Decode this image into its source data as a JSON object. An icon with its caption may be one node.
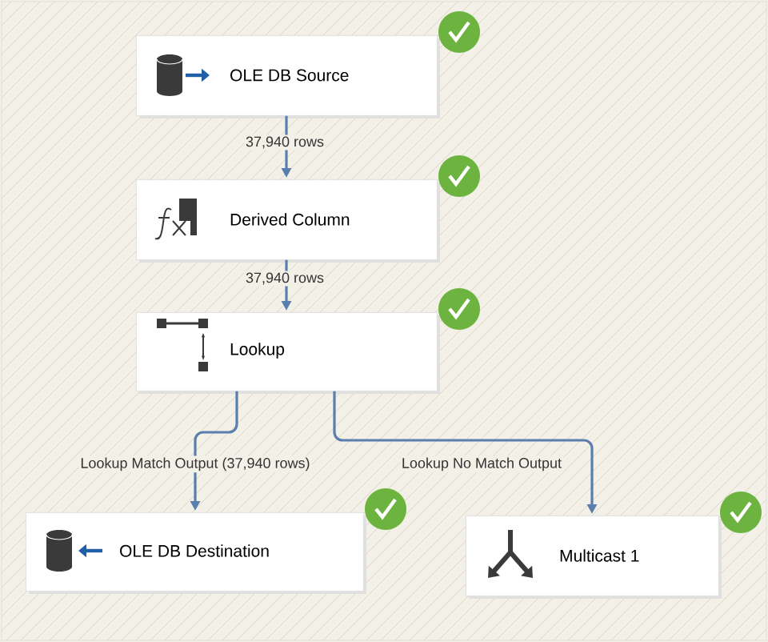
{
  "diagram": {
    "nodes": [
      {
        "text": [
          "OLE DB Source"
        ]
      },
      {
        "text": [
          "Derived Column"
        ]
      },
      {
        "text": [
          "Lookup"
        ]
      },
      {
        "text": [
          "OLE DB Destination"
        ]
      },
      {
        "text": [
          "Multicast 1"
        ]
      }
    ],
    "edges": [
      {
        "from": 0,
        "to": 1,
        "arrow": "to",
        "label": "37,940 rows"
      },
      {
        "from": 1,
        "to": 2,
        "arrow": "to",
        "label": "37,940 rows"
      },
      {
        "from": 2,
        "to": 3,
        "arrow": "to",
        "label": "Lookup Match Output (37,940 rows)"
      },
      {
        "from": 2,
        "to": 4,
        "arrow": "to",
        "label": "Lookup No Match Output"
      }
    ]
  }
}
